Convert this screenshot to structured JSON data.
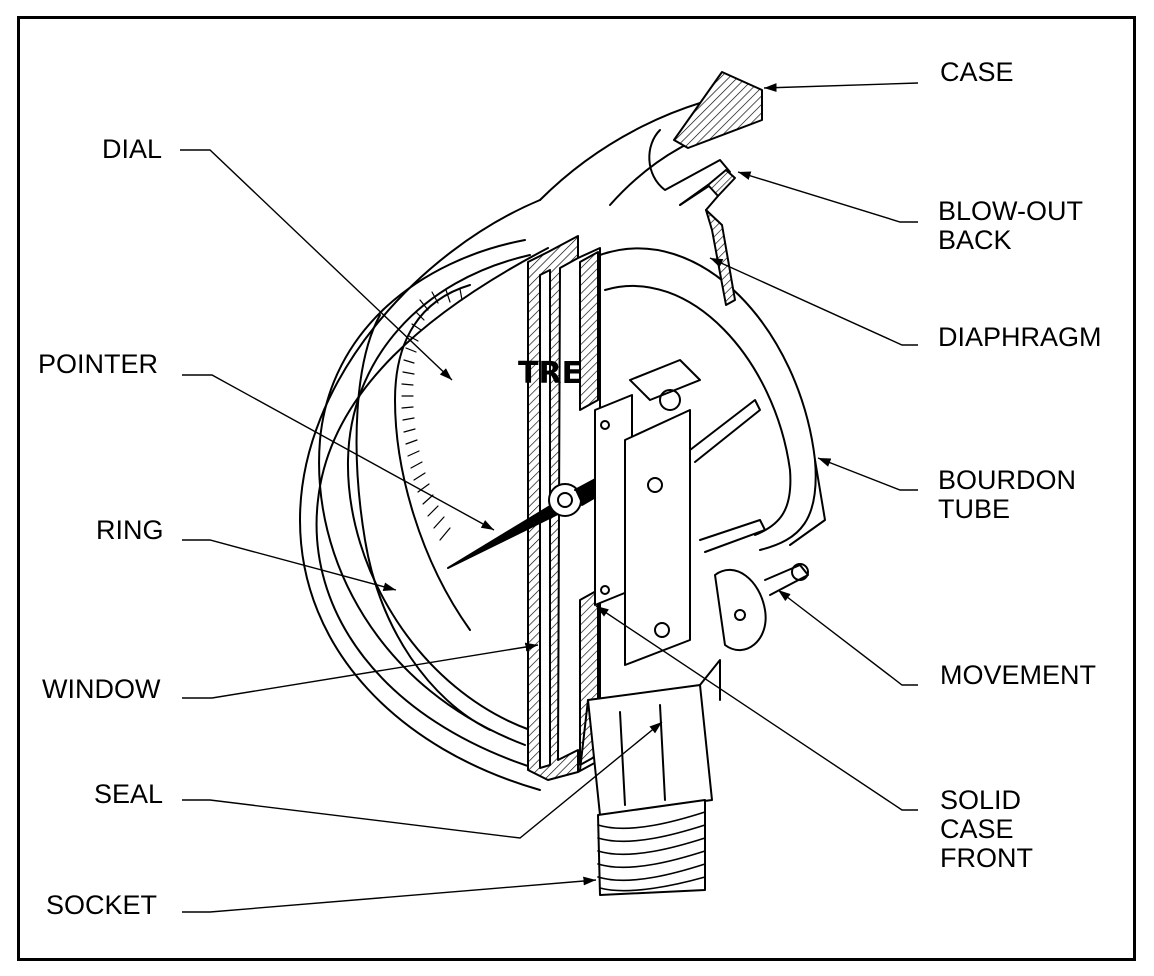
{
  "labels": {
    "case": "CASE",
    "dial": "DIAL",
    "blow_out_back": "BLOW-OUT\nBACK",
    "diaphragm": "DIAPHRAGM",
    "pointer": "POINTER",
    "bourdon_tube": "BOURDON\nTUBE",
    "ring": "RING",
    "movement": "MOVEMENT",
    "window": "WINDOW",
    "seal": "SEAL",
    "solid_case_front": "SOLID\nCASE\nFRONT",
    "socket": "SOCKET"
  },
  "dial_brand_fragment": "TRE",
  "colors": {
    "ink": "#000000",
    "paper": "#ffffff",
    "hatch_fill": "#e6e6e6"
  }
}
